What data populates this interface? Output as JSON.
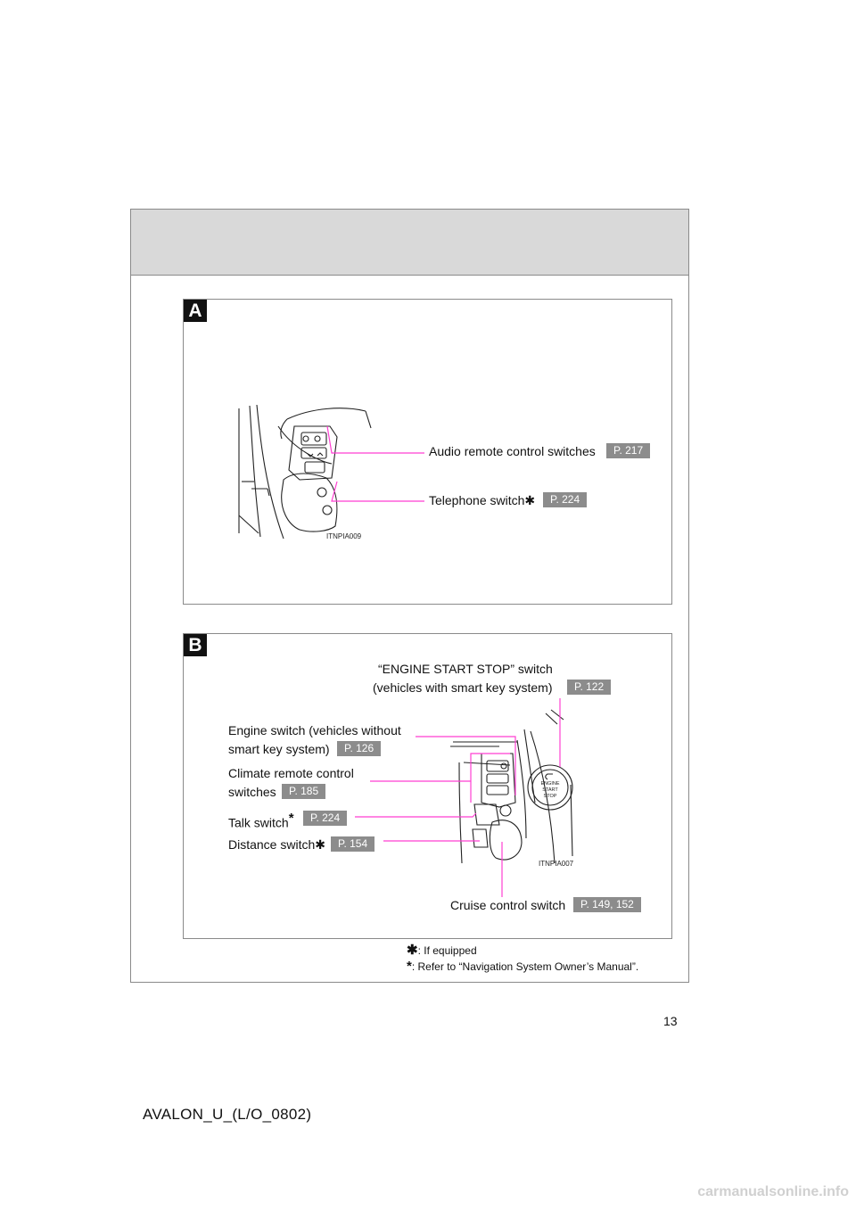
{
  "section_a": {
    "badge": "A",
    "figure_id": "ITNPIA009",
    "callouts": [
      {
        "label": "Audio remote control switches",
        "ref": "P. 217"
      },
      {
        "label": "Telephone switch",
        "mark": "✱",
        "ref": "P. 224"
      }
    ]
  },
  "section_b": {
    "badge": "B",
    "figure_id": "ITNPIA007",
    "callouts": [
      {
        "line1": "“ENGINE START STOP” switch",
        "line2": "(vehicles with smart key system)",
        "ref": "P. 122"
      },
      {
        "line1": "Engine switch (vehicles without",
        "line2": "smart key system)",
        "ref": "P. 126"
      },
      {
        "line1": "Climate remote control",
        "line2": "switches",
        "ref": "P. 185"
      },
      {
        "label": "Talk switch",
        "mark": "*",
        "ref": "P. 224"
      },
      {
        "label": "Distance switch",
        "mark": "✱",
        "ref": "P. 154"
      },
      {
        "label": "Cruise control switch",
        "ref": "P. 149, 152"
      }
    ]
  },
  "notes": [
    {
      "mark": "✱",
      "text": ": If equipped"
    },
    {
      "mark": "*",
      "text": ": Refer to “Navigation System Owner’s Manual”."
    }
  ],
  "page_number": "13",
  "footer": "AVALON_U_(L/O_0802)",
  "watermark": "carmanualsonline.info",
  "colors": {
    "leader_line": "#ff3fd2",
    "ref_tag": "#8c8c8c",
    "frame": "#8a8a8a",
    "header_band": "#d9d9d9"
  }
}
